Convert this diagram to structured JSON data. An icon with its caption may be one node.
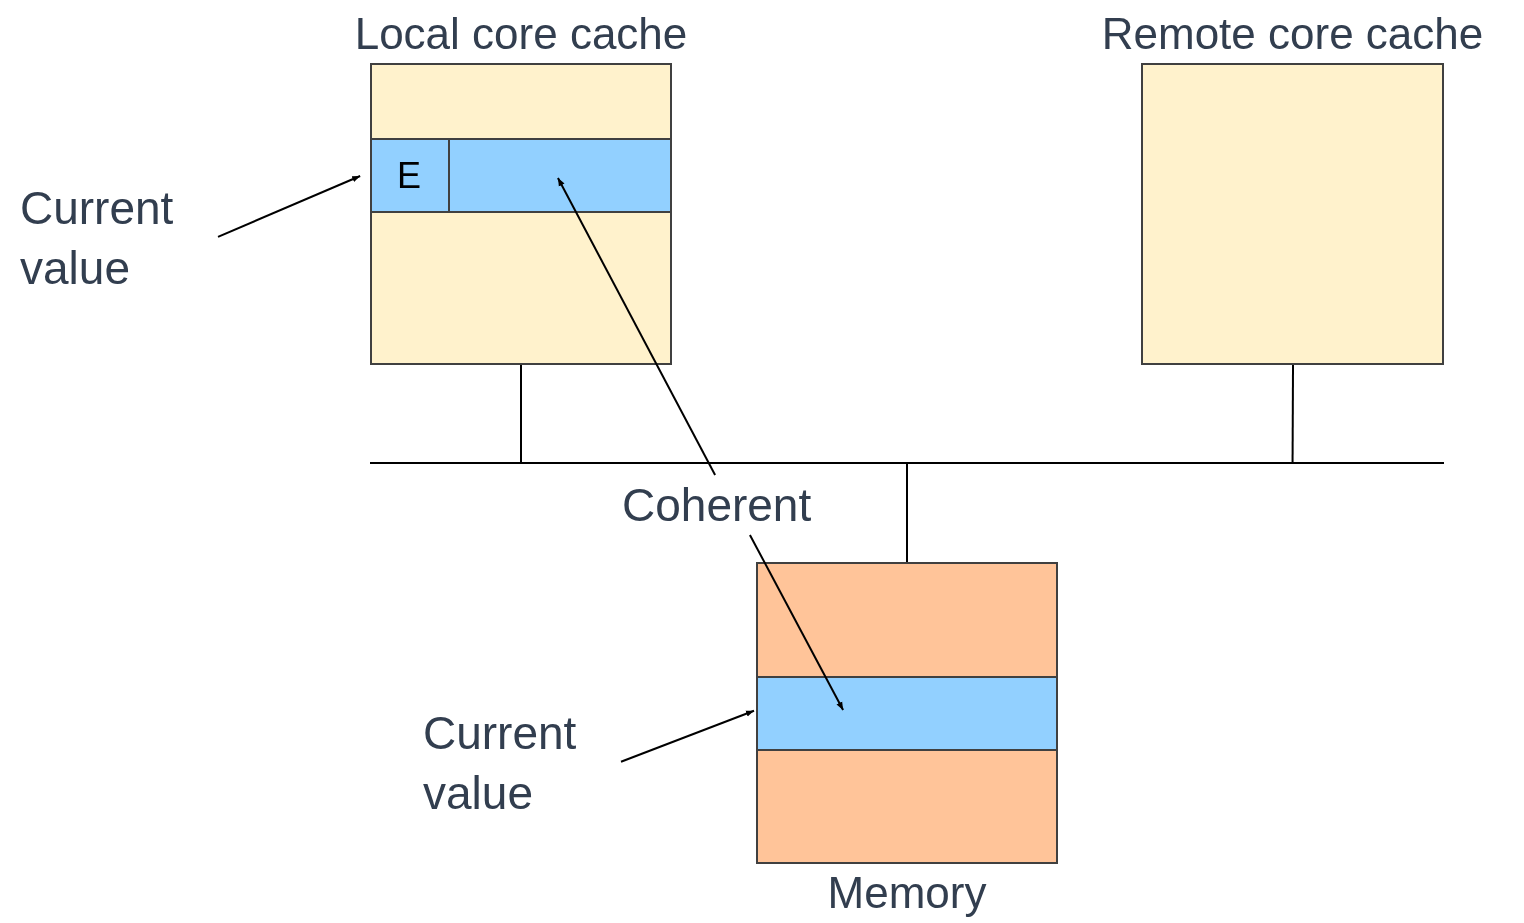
{
  "diagram": {
    "nodes": [
      {
        "text": [
          "Local core cache"
        ]
      },
      {
        "text": [],
        "shape": "bar",
        "in": 0
      },
      {
        "text": [
          "E"
        ],
        "in": 1
      },
      {
        "text": [
          "Remote core cache"
        ]
      },
      {
        "text": [],
        "shape": "bar"
      },
      {
        "text": [
          "Memory"
        ]
      },
      {
        "text": [],
        "shape": "bar",
        "in": 5
      },
      {
        "text": [
          "Current value"
        ]
      },
      {
        "text": [
          "Coherent"
        ]
      },
      {
        "text": [
          "Current value"
        ]
      }
    ],
    "edges": [
      {
        "from": 0,
        "to": 4,
        "arrow": "none"
      },
      {
        "from": 3,
        "to": 4,
        "arrow": "none"
      },
      {
        "from": 5,
        "to": 4,
        "arrow": "none"
      },
      {
        "from": 7,
        "to": 1,
        "arrow": "to"
      },
      {
        "from": 8,
        "to": 1,
        "arrow": "to"
      },
      {
        "from": 8,
        "to": 6,
        "arrow": "to"
      },
      {
        "from": 9,
        "to": 6,
        "arrow": "to"
      }
    ]
  }
}
